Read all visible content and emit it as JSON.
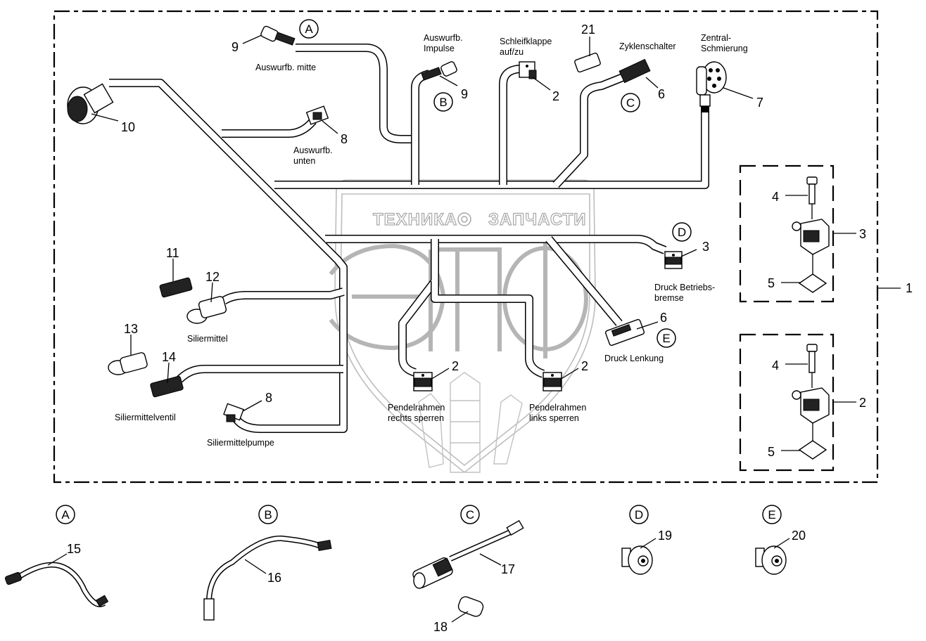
{
  "diagram": {
    "assembly_number": "1",
    "watermark": {
      "top_left": "ТЕХНИКА",
      "top_right": "ЗАПЧАСТИ",
      "center": "ЭПФ",
      "gear_icon": "gear-icon"
    },
    "callouts": {
      "A": "A",
      "B": "B",
      "C": "C",
      "D": "D",
      "E": "E"
    },
    "harness_parts": [
      {
        "id": "p9a",
        "number": "9",
        "label": "Auswurfb. mitte",
        "ref": "A"
      },
      {
        "id": "p9b",
        "number": "9",
        "label_lines": [
          "Auswurfb.",
          "Impulse"
        ],
        "ref": "B"
      },
      {
        "id": "p2a",
        "number": "2",
        "label_lines": [
          "Schleifklappe",
          "auf/zu"
        ]
      },
      {
        "id": "p21",
        "number": "21"
      },
      {
        "id": "p6a",
        "number": "6",
        "label": "Zyklenschalter",
        "ref": "C"
      },
      {
        "id": "p7",
        "number": "7",
        "label_lines": [
          "Zentral-",
          "Schmierung"
        ]
      },
      {
        "id": "p10",
        "number": "10"
      },
      {
        "id": "p8a",
        "number": "8",
        "label_lines": [
          "Auswurfb.",
          "unten"
        ]
      },
      {
        "id": "p3",
        "number": "3",
        "label_lines": [
          "Druck Betriebs-",
          "bremse"
        ],
        "ref": "D"
      },
      {
        "id": "p6b",
        "number": "6",
        "label": "Druck Lenkung",
        "ref": "E"
      },
      {
        "id": "p11",
        "number": "11"
      },
      {
        "id": "p12",
        "number": "12",
        "label": "Siliermittel"
      },
      {
        "id": "p13",
        "number": "13"
      },
      {
        "id": "p14",
        "number": "14",
        "label": "Siliermittelventil"
      },
      {
        "id": "p8b",
        "number": "8",
        "label": "Siliermittelpumpe"
      },
      {
        "id": "p2b",
        "number": "2",
        "label_lines": [
          "Pendelrahmen",
          "rechts sperren"
        ]
      },
      {
        "id": "p2c",
        "number": "2",
        "label_lines": [
          "Pendelrahmen",
          "links sperren"
        ]
      }
    ],
    "kits": [
      {
        "number": "3",
        "bolt": "4",
        "seal": "5"
      },
      {
        "number": "2",
        "bolt": "4",
        "seal": "5"
      }
    ],
    "details": [
      {
        "ref": "A",
        "parts": [
          "15"
        ]
      },
      {
        "ref": "B",
        "parts": [
          "16"
        ]
      },
      {
        "ref": "C",
        "parts": [
          "17",
          "18"
        ]
      },
      {
        "ref": "D",
        "parts": [
          "19"
        ]
      },
      {
        "ref": "E",
        "parts": [
          "20"
        ]
      }
    ]
  }
}
